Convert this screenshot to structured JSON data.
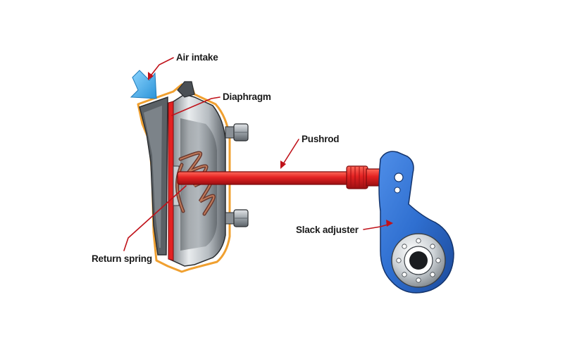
{
  "labels": {
    "air_intake": "Air intake",
    "diaphragm": "Diaphragm",
    "pushrod": "Pushrod",
    "slack_adjuster": "Slack adjuster",
    "return_spring": "Return spring"
  },
  "colors": {
    "housing_outline": "#f0a030",
    "diaphragm": "#e32222",
    "pushrod": "#e32222",
    "slack_adjuster": "#2f6fd0",
    "leader_line": "#c0121a",
    "air_arrow": "#4fb6ee"
  }
}
